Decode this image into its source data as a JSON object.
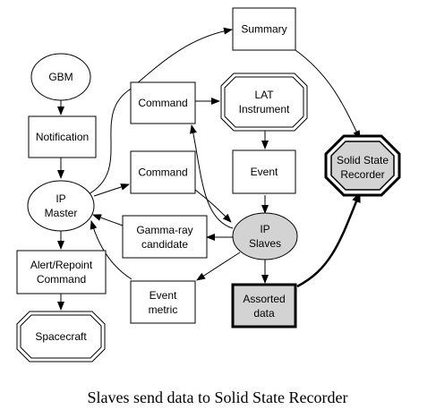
{
  "nodes": {
    "gbm": "GBM",
    "notification": "Notification",
    "ip_master": [
      "IP",
      "Master"
    ],
    "alert_repoint": [
      "Alert/Repoint",
      "Command"
    ],
    "spacecraft": "Spacecraft",
    "summary": "Summary",
    "command_top": "Command",
    "command_mid": "Command",
    "lat_instrument": [
      "LAT",
      "Instrument"
    ],
    "event": "Event",
    "gamma_ray_candidate": [
      "Gamma-ray",
      "candidate"
    ],
    "ip_slaves": [
      "IP",
      "Slaves"
    ],
    "event_metric": [
      "Event",
      "metric"
    ],
    "assorted_data": [
      "Assorted",
      "data"
    ],
    "solid_state_recorder": [
      "Solid State",
      "Recorder"
    ]
  },
  "caption": "Slaves send data to Solid State Recorder",
  "colors": {
    "highlight_fill": "#d3d3d3",
    "stroke": "#000000",
    "background": "#ffffff"
  }
}
